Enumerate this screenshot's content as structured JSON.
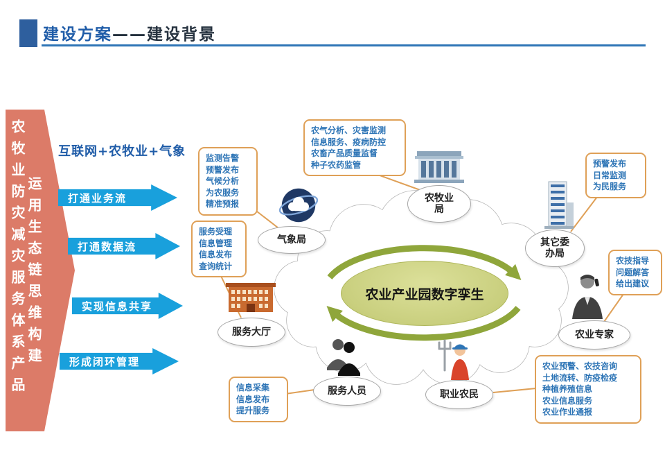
{
  "header": {
    "title": "建设方案",
    "subtitle": "——建设背景"
  },
  "banner": {
    "col_left": "农牧业防灾减灾服务体系产品",
    "col_right": "运用生态链思维构建"
  },
  "left_column": {
    "heading": "互联网+农牧业+气象",
    "arrows": [
      {
        "label": "打通业务流"
      },
      {
        "label": "打通数据流"
      },
      {
        "label": "实现信息共享"
      },
      {
        "label": "形成闭环管理"
      }
    ]
  },
  "diagram": {
    "center_label": "农业产业园数字孪生",
    "nodes": [
      {
        "icon": "weather-globe-icon",
        "label": [
          "气象局"
        ]
      },
      {
        "icon": "gov-building-icon",
        "label": [
          "农牧业",
          "局"
        ]
      },
      {
        "icon": "office-tower-icon",
        "label": [
          "其它委",
          "办局"
        ]
      },
      {
        "icon": "expert-person-icon",
        "label": [
          "农业专家"
        ]
      },
      {
        "icon": "farmer-icon",
        "label": [
          "职业农民"
        ]
      },
      {
        "icon": "staff-people-icon",
        "label": [
          "服务人员"
        ]
      },
      {
        "icon": "service-hall-icon",
        "label": [
          "服务大厅"
        ]
      }
    ],
    "callouts": [
      {
        "lines": [
          "监测告警",
          "预警发布",
          "气候分析",
          "为农服务",
          "精准预报"
        ]
      },
      {
        "lines": [
          "农气分析、灾害监测",
          "信息服务、疫病防控",
          "农畜产品质量监督",
          "种子农药监管"
        ]
      },
      {
        "lines": [
          "预警发布",
          "日常监测",
          "为民服务"
        ]
      },
      {
        "lines": [
          "农技指导",
          "问题解答",
          "给出建议"
        ]
      },
      {
        "lines": [
          "农业预警、农技咨询",
          "土地流转、防疫检疫",
          "种植养殖信息",
          "农业信息服务",
          "农业作业通报"
        ]
      },
      {
        "lines": [
          "服务受理",
          "信息管理",
          "信息发布",
          "查询统计"
        ]
      },
      {
        "lines": [
          "信息采集",
          "信息发布",
          "提升服务"
        ]
      }
    ]
  },
  "colors": {
    "accent_blue": "#2E75B6",
    "title_blue": "#1F5CA8",
    "flow_arrow_blue": "#19A0DC",
    "banner_red": "#DC7B68",
    "callout_border": "#DFA057",
    "callout_text": "#2E75B6",
    "center_ellipse_fill": "#C9CF7E",
    "cycle_arrow_green": "#8FA63B"
  }
}
